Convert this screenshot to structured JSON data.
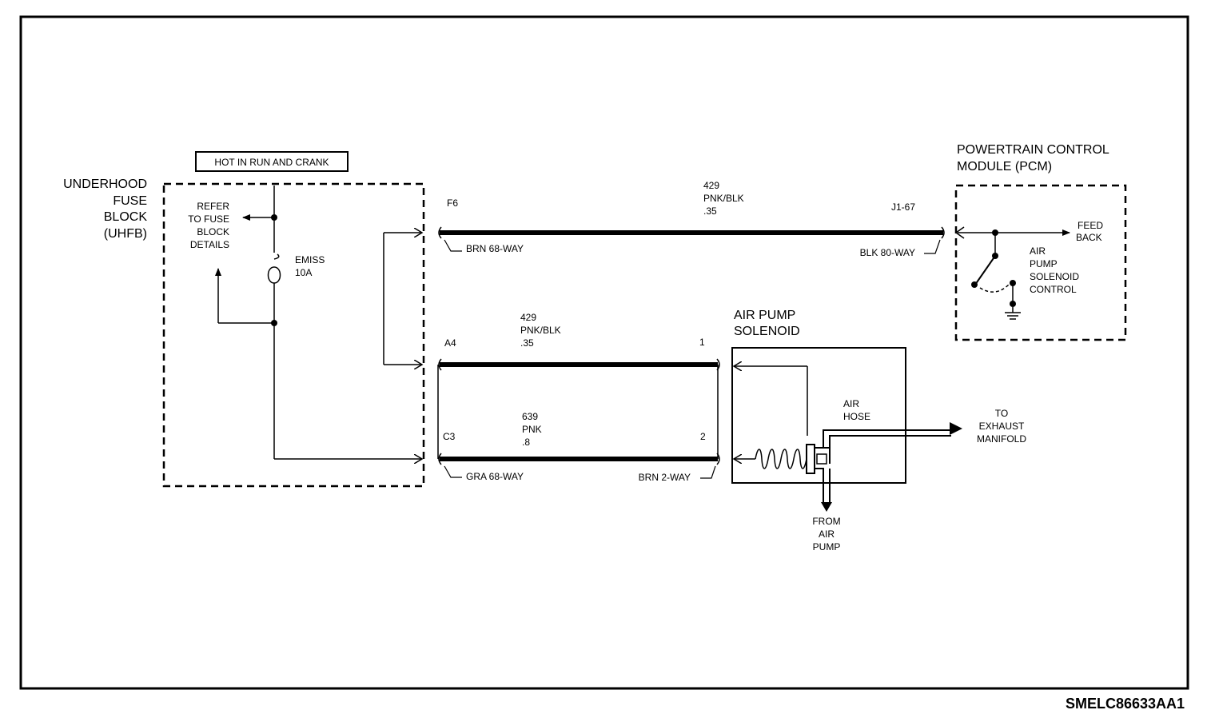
{
  "diagram_id": "SMELC86633AA1",
  "hot_label": "HOT IN RUN AND CRANK",
  "uhfb": {
    "line1": "UNDERHOOD",
    "line2": "FUSE",
    "line3": "BLOCK",
    "line4": "(UHFB)",
    "refer1": "REFER",
    "refer2": "TO FUSE",
    "refer3": "BLOCK",
    "refer4": "DETAILS",
    "fuse_name": "EMISS",
    "fuse_rating": "10A"
  },
  "pcm": {
    "line1": "POWERTRAIN CONTROL",
    "line2": "MODULE (PCM)",
    "feed1": "FEED",
    "feed2": "BACK",
    "ctl1": "AIR",
    "ctl2": "PUMP",
    "ctl3": "SOLENOID",
    "ctl4": "CONTROL"
  },
  "solenoid": {
    "line1": "AIR PUMP",
    "line2": "SOLENOID",
    "hose1": "AIR",
    "hose2": "HOSE",
    "exhaust1": "TO",
    "exhaust2": "EXHAUST",
    "exhaust3": "MANIFOLD",
    "from1": "FROM",
    "from2": "AIR",
    "from3": "PUMP"
  },
  "wires": {
    "w1": {
      "circuit": "429",
      "color": "PNK/BLK",
      "gauge": ".35",
      "pin_left": "F6",
      "pin_right": "J1-67",
      "conn_left": "BRN 68-WAY",
      "conn_right": "BLK 80-WAY"
    },
    "w2": {
      "circuit": "429",
      "color": "PNK/BLK",
      "gauge": ".35",
      "pin_left": "A4",
      "pin_right": "1"
    },
    "w3": {
      "circuit": "639",
      "color": "PNK",
      "gauge": ".8",
      "pin_left": "C3",
      "pin_right": "2",
      "conn_left": "GRA 68-WAY",
      "conn_right": "BRN 2-WAY"
    }
  }
}
